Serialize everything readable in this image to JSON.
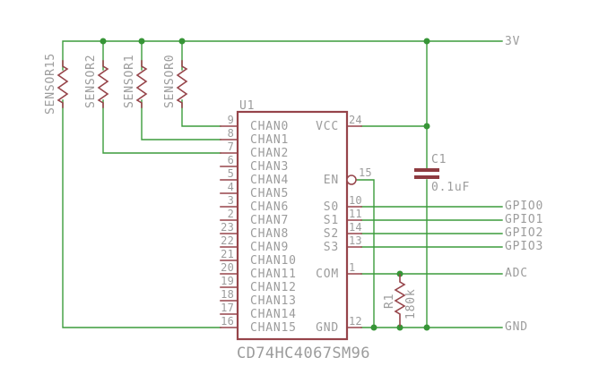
{
  "schematic": {
    "ic": {
      "designator": "U1",
      "part_number": "CD74HC4067SM96",
      "left_pins": [
        {
          "number": "9",
          "name": "CHAN0"
        },
        {
          "number": "8",
          "name": "CHAN1"
        },
        {
          "number": "7",
          "name": "CHAN2"
        },
        {
          "number": "6",
          "name": "CHAN3"
        },
        {
          "number": "5",
          "name": "CHAN4"
        },
        {
          "number": "4",
          "name": "CHAN5"
        },
        {
          "number": "3",
          "name": "CHAN6"
        },
        {
          "number": "2",
          "name": "CHAN7"
        },
        {
          "number": "23",
          "name": "CHAN8"
        },
        {
          "number": "22",
          "name": "CHAN9"
        },
        {
          "number": "21",
          "name": "CHAN10"
        },
        {
          "number": "20",
          "name": "CHAN11"
        },
        {
          "number": "19",
          "name": "CHAN12"
        },
        {
          "number": "18",
          "name": "CHAN13"
        },
        {
          "number": "17",
          "name": "CHAN14"
        },
        {
          "number": "16",
          "name": "CHAN15"
        }
      ],
      "right_pins": [
        {
          "number": "24",
          "name": "VCC"
        },
        {
          "number": "15",
          "name": "EN"
        },
        {
          "number": "10",
          "name": "S0"
        },
        {
          "number": "11",
          "name": "S1"
        },
        {
          "number": "14",
          "name": "S2"
        },
        {
          "number": "13",
          "name": "S3"
        },
        {
          "number": "1",
          "name": "COM"
        },
        {
          "number": "12",
          "name": "GND"
        }
      ]
    },
    "resistors": {
      "sensor15": {
        "name": "SENSOR15"
      },
      "sensor2": {
        "name": "SENSOR2"
      },
      "sensor1": {
        "name": "SENSOR1"
      },
      "sensor0": {
        "name": "SENSOR0"
      },
      "r1": {
        "name": "R1",
        "value": "180k"
      }
    },
    "capacitors": {
      "c1": {
        "name": "C1",
        "value": "0.1uF"
      }
    },
    "net_labels": {
      "power": "3V",
      "gpio0": "GPIO0",
      "gpio1": "GPIO1",
      "gpio2": "GPIO2",
      "gpio3": "GPIO3",
      "adc": "ADC",
      "ground": "GND"
    },
    "colors": {
      "net_wire": "#3c9c3c",
      "component_outline": "#96444a",
      "label_text": "#9c9c9c",
      "background": "#ffffff"
    }
  }
}
